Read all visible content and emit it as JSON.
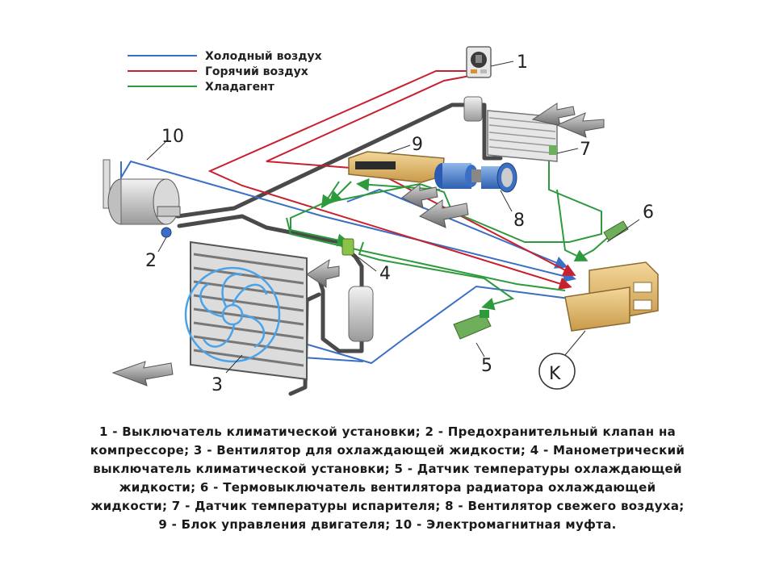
{
  "legend": [
    {
      "label": "Холодный воздух",
      "color": "#3a6fc4"
    },
    {
      "label": "Горячий воздух",
      "color": "#c8202e"
    },
    {
      "label": "Хладагент",
      "color": "#2e9a3e"
    }
  ],
  "callouts": {
    "n1": "1",
    "n2": "2",
    "n3": "3",
    "n4": "4",
    "n5": "5",
    "n6": "6",
    "n7": "7",
    "n8": "8",
    "n9": "9",
    "n10": "10",
    "k": "K"
  },
  "colors": {
    "cold_air": "#3a6fc4",
    "hot_air": "#c8202e",
    "refrigerant": "#2e9a3e",
    "pipe": "#4a4a4a",
    "ecu": "#e8c27a",
    "fan_outline": "#4aa3e8",
    "sensor": "#6fae5a"
  },
  "caption": "1 - Выключатель климатической установки; 2 - Предохранительный клапан на компрессоре; 3 - Вентилятор для охлаждающей жидкости; 4 - Манометрический выключатель климатической установки; 5 - Датчик температуры охлаждающей жидкости; 6 - Термовыключатель вентилятора радиатора охлаждающей жидкости; 7 - Датчик температуры испарителя; 8 - Вентилятор свежего воздуха; 9 - Блок управления двигателя; 10 - Электромагнитная муфта."
}
